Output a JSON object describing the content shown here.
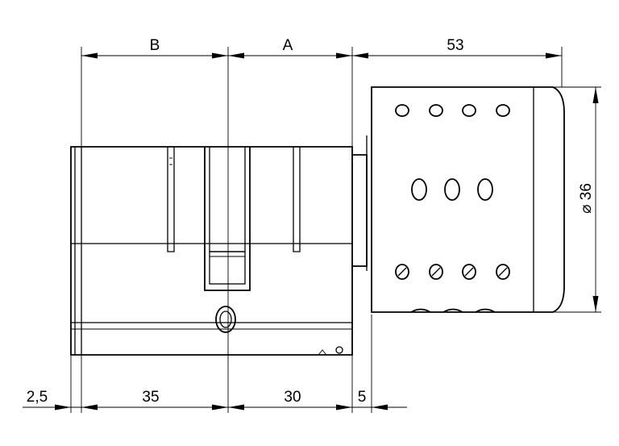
{
  "dimensions": {
    "top": {
      "b": "B",
      "a": "A",
      "knob_length": "53"
    },
    "bottom": {
      "offset": "2,5",
      "b_length": "35",
      "a_length": "30",
      "gap": "5"
    },
    "knob_diameter": "⌀ 36"
  }
}
